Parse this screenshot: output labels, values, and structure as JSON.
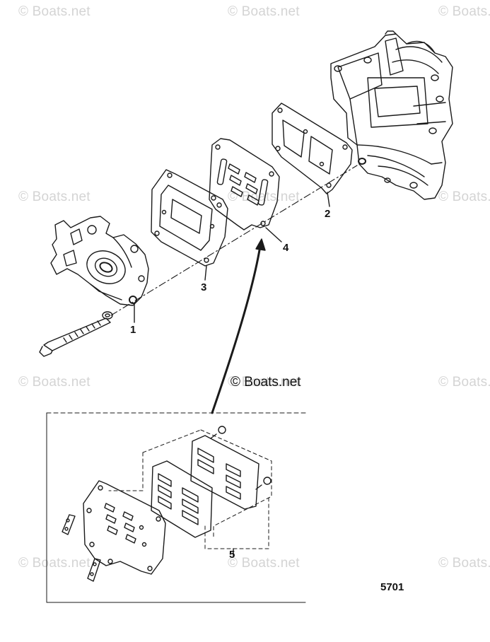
{
  "watermarks": [
    "© Boats.net",
    "© Boats.net",
    "© Boats.net",
    "© Boats.net",
    "© Boats.net",
    "© Boats.net",
    "© Boats.net",
    "© Boats.net",
    "© Boats.net",
    "© Boats.net",
    "© Boats.net",
    "© Boats.net"
  ],
  "main_watermark": "© Boats.net",
  "callouts": {
    "c1": "1",
    "c2": "2",
    "c3": "3",
    "c4": "4",
    "c5": "5"
  },
  "figure_number": "5701",
  "line_color": "#1a1a1a",
  "watermark_color": "#d4d4d4"
}
